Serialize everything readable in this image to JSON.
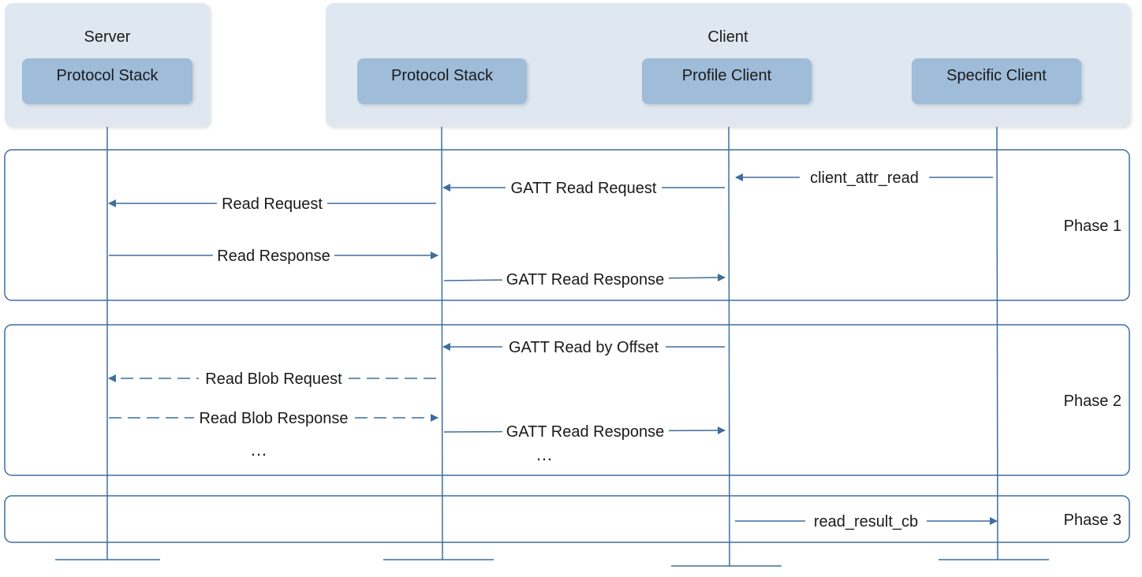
{
  "server": {
    "title": "Server",
    "lanes": [
      {
        "label": "Protocol Stack"
      }
    ]
  },
  "client": {
    "title": "Client",
    "lanes": [
      {
        "label": "Protocol Stack"
      },
      {
        "label": "Profile Client"
      },
      {
        "label": "Specific Client"
      }
    ]
  },
  "phases": [
    {
      "label": "Phase 1"
    },
    {
      "label": "Phase 2"
    },
    {
      "label": "Phase 3"
    }
  ],
  "messages": [
    {
      "label": "client_attr_read",
      "from": "specific_client",
      "to": "profile_client",
      "style": "solid"
    },
    {
      "label": "GATT Read Request",
      "from": "profile_client",
      "to": "client_stack",
      "style": "solid"
    },
    {
      "label": "Read Request",
      "from": "client_stack",
      "to": "server_stack",
      "style": "solid"
    },
    {
      "label": "Read Response",
      "from": "server_stack",
      "to": "client_stack",
      "style": "solid"
    },
    {
      "label": "GATT Read Response",
      "from": "client_stack",
      "to": "profile_client",
      "style": "solid"
    },
    {
      "label": "GATT Read by Offset",
      "from": "profile_client",
      "to": "client_stack",
      "style": "solid"
    },
    {
      "label": "Read Blob Request",
      "from": "client_stack",
      "to": "server_stack",
      "style": "dashed"
    },
    {
      "label": "Read Blob Response",
      "from": "server_stack",
      "to": "client_stack",
      "style": "dashed"
    },
    {
      "label": "GATT Read Response",
      "from": "client_stack",
      "to": "profile_client",
      "style": "solid"
    },
    {
      "label": "read_result_cb",
      "from": "profile_client",
      "to": "specific_client",
      "style": "solid"
    }
  ],
  "ellipses": [
    {
      "text": "…"
    },
    {
      "text": "…"
    }
  ],
  "colors": {
    "line": "#3e6e9e",
    "panel": "#dfe8f1",
    "lane_box": "#9fbcd9"
  }
}
